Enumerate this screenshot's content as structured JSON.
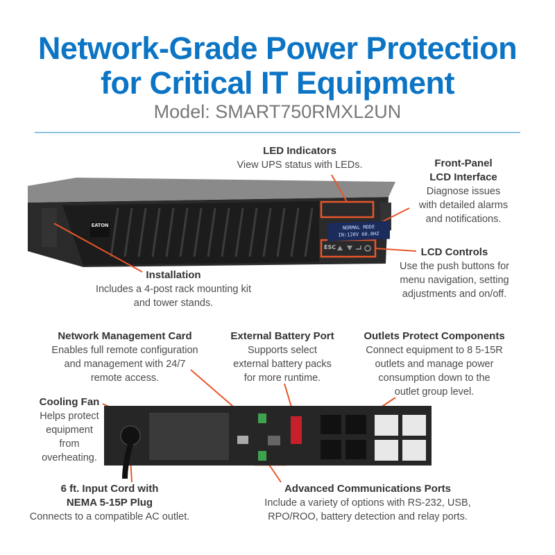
{
  "header": {
    "title_line1": "Network-Grade Power Protection",
    "title_line2": "for Critical IT Equipment",
    "model": "Model: SMART750RMXL2UN"
  },
  "colors": {
    "title": "#0b74c4",
    "callout": "#e8562a",
    "rule": "#8fc3e6"
  },
  "device_front": {
    "lcd_line1": "NORMAL MODE",
    "lcd_line2": "IN:120V 60.0HZ",
    "esc_label": "ESC",
    "brand": "EATON"
  },
  "callouts": {
    "led": {
      "title": "LED Indicators",
      "desc": [
        "View UPS status with LEDs."
      ]
    },
    "lcd": {
      "title": [
        "Front-Panel",
        "LCD Interface"
      ],
      "desc": [
        "Diagnose issues",
        "with detailed alarms",
        "and notifications."
      ]
    },
    "controls": {
      "title": "LCD Controls",
      "desc": [
        "Use the push buttons for",
        "menu navigation, setting",
        "adjustments and on/off."
      ]
    },
    "install": {
      "title": "Installation",
      "desc": [
        "Includes a 4-post rack mounting kit",
        "and tower stands."
      ]
    },
    "nmc": {
      "title": "Network Management Card",
      "desc": [
        "Enables full remote configuration",
        "and management with 24/7",
        "remote access."
      ]
    },
    "battery": {
      "title": "External Battery Port",
      "desc": [
        "Supports select",
        "external battery packs",
        "for more runtime."
      ]
    },
    "outlets": {
      "title": "Outlets Protect Components",
      "desc": [
        "Connect equipment to 8 5-15R",
        "outlets and manage power",
        "consumption down to the",
        "outlet group level."
      ]
    },
    "fan": {
      "title": "Cooling Fan",
      "desc": [
        "Helps protect",
        "equipment",
        "from",
        "overheating."
      ]
    },
    "cord": {
      "title": [
        "6 ft. Input Cord with",
        "NEMA 5-15P Plug"
      ],
      "desc": [
        "Connects to a compatible AC outlet."
      ]
    },
    "comms": {
      "title": "Advanced Communications Ports",
      "desc": [
        "Include a variety of options with RS-232, USB,",
        "RPO/ROO, battery detection and relay ports."
      ]
    }
  }
}
